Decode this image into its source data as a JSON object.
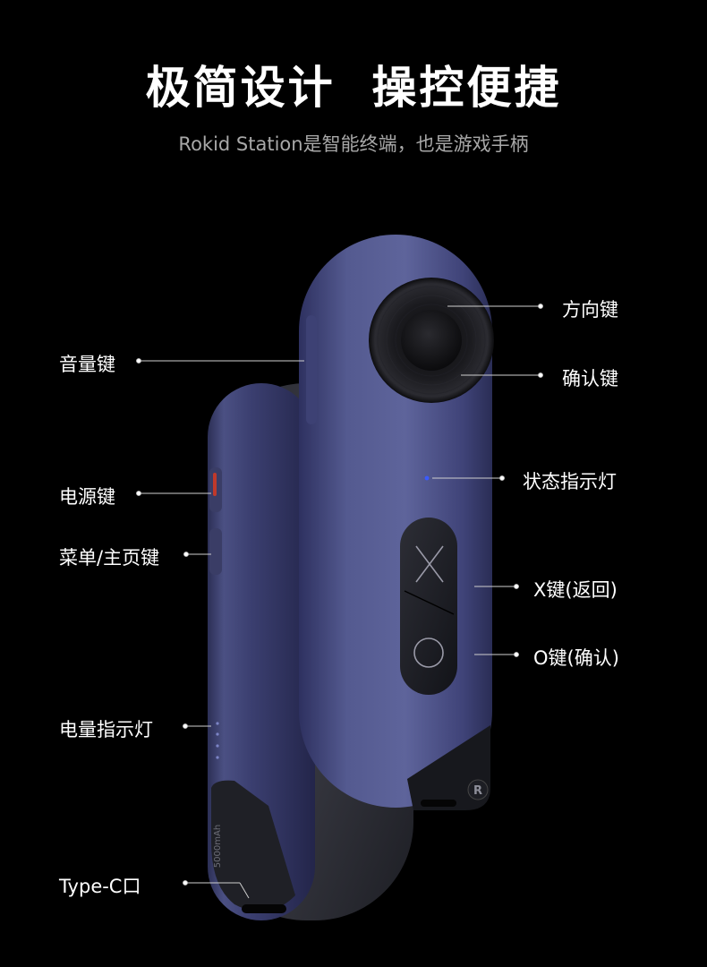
{
  "header": {
    "title": "极简设计  操控便捷",
    "subtitle": "Rokid Station是智能终端，也是游戏手柄"
  },
  "callouts": {
    "direction_key": "方向键",
    "confirm_key": "确认键",
    "status_light": "状态指示灯",
    "x_key": "X键(返回)",
    "o_key": "O键(确认)",
    "volume_key": "音量键",
    "power_key": "电源键",
    "menu_home_key": "菜单/主页键",
    "battery_light": "电量指示灯",
    "typec_port": "Type-C口"
  },
  "device": {
    "capacity_marking": "5000mAh",
    "logo_letter": "R"
  },
  "colors": {
    "background": "#000000",
    "body_blue": "#4a4e80",
    "power_accent": "#c0392b",
    "status_led": "#3a5bff"
  }
}
